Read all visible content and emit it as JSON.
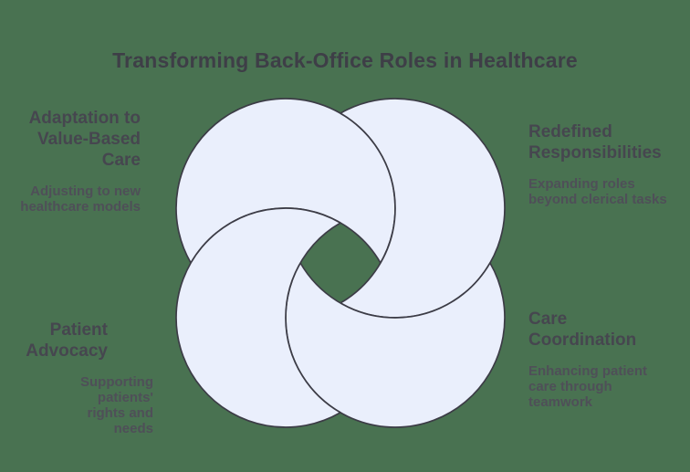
{
  "title": "Transforming Back-Office Roles in Healthcare",
  "colors": {
    "background": "#497251",
    "petal_fill": "#EAEFFC",
    "petal_stroke": "#3C3C46",
    "title_color": "#3E3E47",
    "heading_color": "#46464F",
    "body_color": "#4F4F58"
  },
  "labels": {
    "top_left": {
      "heading": "Adaptation to\nValue-Based\nCare",
      "body": "Adjusting to new\nhealthcare models"
    },
    "top_right": {
      "heading": "Redefined\nResponsibilities",
      "body": "Expanding roles\nbeyond clerical tasks"
    },
    "bottom_left": {
      "heading": "Patient\nAdvocacy",
      "body": "Supporting patients'\nrights and needs"
    },
    "bottom_right": {
      "heading": "Care\nCoordination",
      "body": "Enhancing patient\ncare through\nteamwork"
    }
  },
  "diagram": {
    "type": "four-interlocking-circles-pinwheel",
    "petals": [
      "adaptation-to-value-based-care",
      "redefined-responsibilities",
      "care-coordination",
      "patient-advocacy"
    ]
  }
}
